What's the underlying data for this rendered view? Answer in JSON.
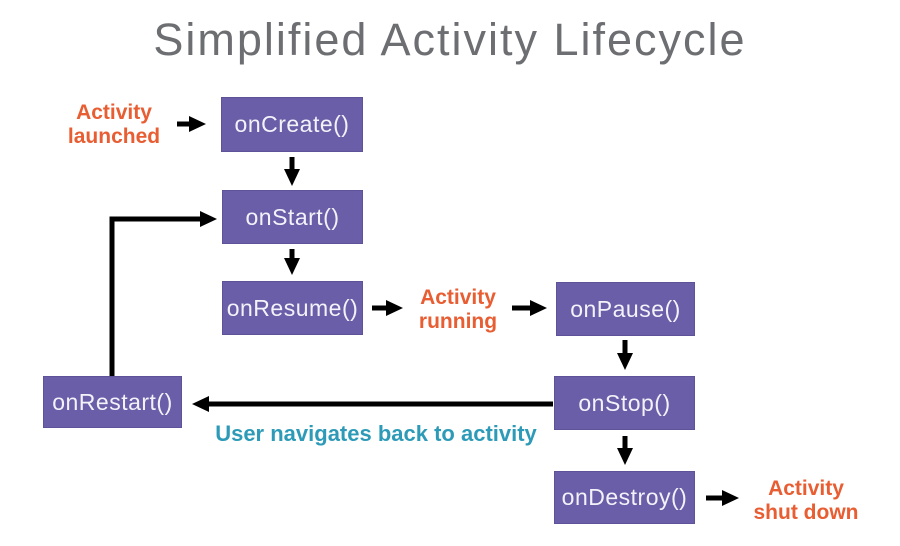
{
  "title": "Simplified Activity Lifecycle",
  "colors": {
    "purple": "#6a5ea8",
    "purple_border": "#5e5399",
    "orange": "#e85d32",
    "teal": "#2d9bb8",
    "arrow": "#000000",
    "title_gray": "#6d6e71"
  },
  "nodes": {
    "onCreate": {
      "label": "onCreate()"
    },
    "onStart": {
      "label": "onStart()"
    },
    "onResume": {
      "label": "onResume()"
    },
    "onPause": {
      "label": "onPause()"
    },
    "onStop": {
      "label": "onStop()"
    },
    "onDestroy": {
      "label": "onDestroy()"
    },
    "onRestart": {
      "label": "onRestart()"
    }
  },
  "annotations": {
    "launched": {
      "line1": "Activity",
      "line2": "launched"
    },
    "running": {
      "line1": "Activity",
      "line2": "running"
    },
    "shutdown": {
      "line1": "Activity",
      "line2": "shut down"
    },
    "back_nav": "User navigates back to activity"
  }
}
